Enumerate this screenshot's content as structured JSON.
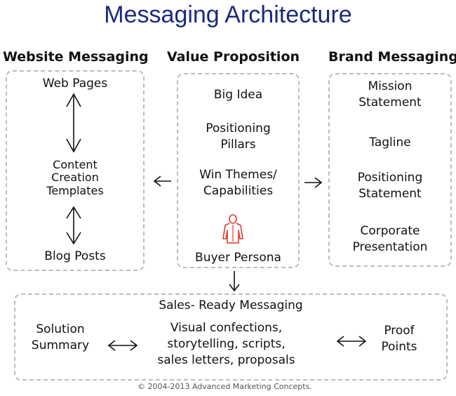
{
  "title": "Messaging Architecture",
  "website": {
    "heading": "Website Messaging",
    "web_pages": "Web Pages",
    "content_templates": [
      "Content",
      "Creation",
      "Templates"
    ],
    "blog_posts": "Blog Posts"
  },
  "value": {
    "heading": "Value Proposition",
    "big_idea": "Big Idea",
    "positioning_pillars": [
      "Positioning",
      "Pillars"
    ],
    "win_themes": [
      "Win Themes/",
      "Capabilities"
    ],
    "persona_icon": "person-icon",
    "buyer_persona": "Buyer Persona"
  },
  "brand": {
    "heading": "Brand Messaging",
    "mission": [
      "Mission",
      "Statement"
    ],
    "tagline": "Tagline",
    "positioning_statement": [
      "Positioning",
      "Statement"
    ],
    "corporate_presentation": [
      "Corporate",
      "Presentation"
    ]
  },
  "sales": {
    "heading": "Sales- Ready Messaging",
    "solution_summary": [
      "Solution",
      "Summary"
    ],
    "confections": [
      "Visual confections,",
      "storytelling, scripts,",
      "sales letters, proposals"
    ],
    "proof_points": [
      "Proof",
      "Points"
    ]
  },
  "colors": {
    "title": "#1b2a7a",
    "persona": "#e03a2a",
    "border": "#bdbdbd"
  },
  "copyright": "© 2004-2013 Advanced Marketing Concepts."
}
